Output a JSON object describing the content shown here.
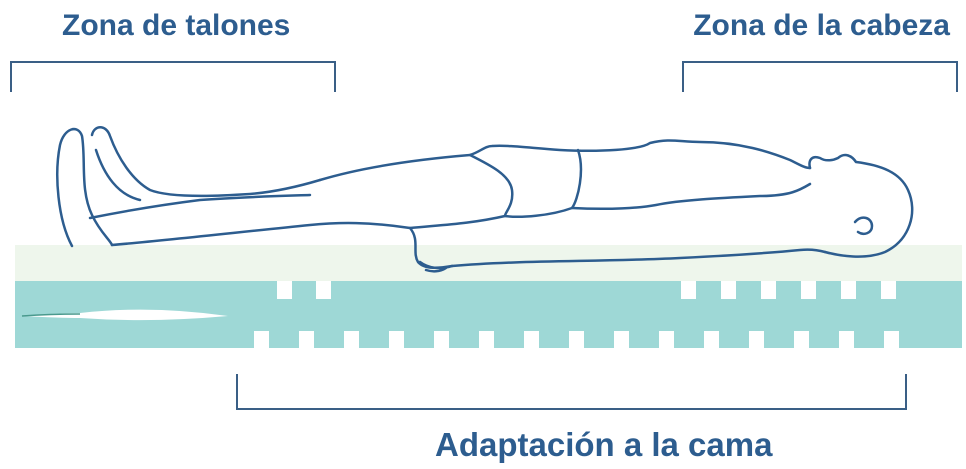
{
  "labels": {
    "heel_zone": "Zona de talones",
    "head_zone": "Zona de la cabeza",
    "bed_adaptation": "Adaptación a la cama"
  },
  "colors": {
    "text": "#2d5d8f",
    "outline": "#2d5d8f",
    "bracket": "#3a5f86",
    "top_layer": "#eef6ec",
    "base_layer": "#9ed8d6"
  }
}
